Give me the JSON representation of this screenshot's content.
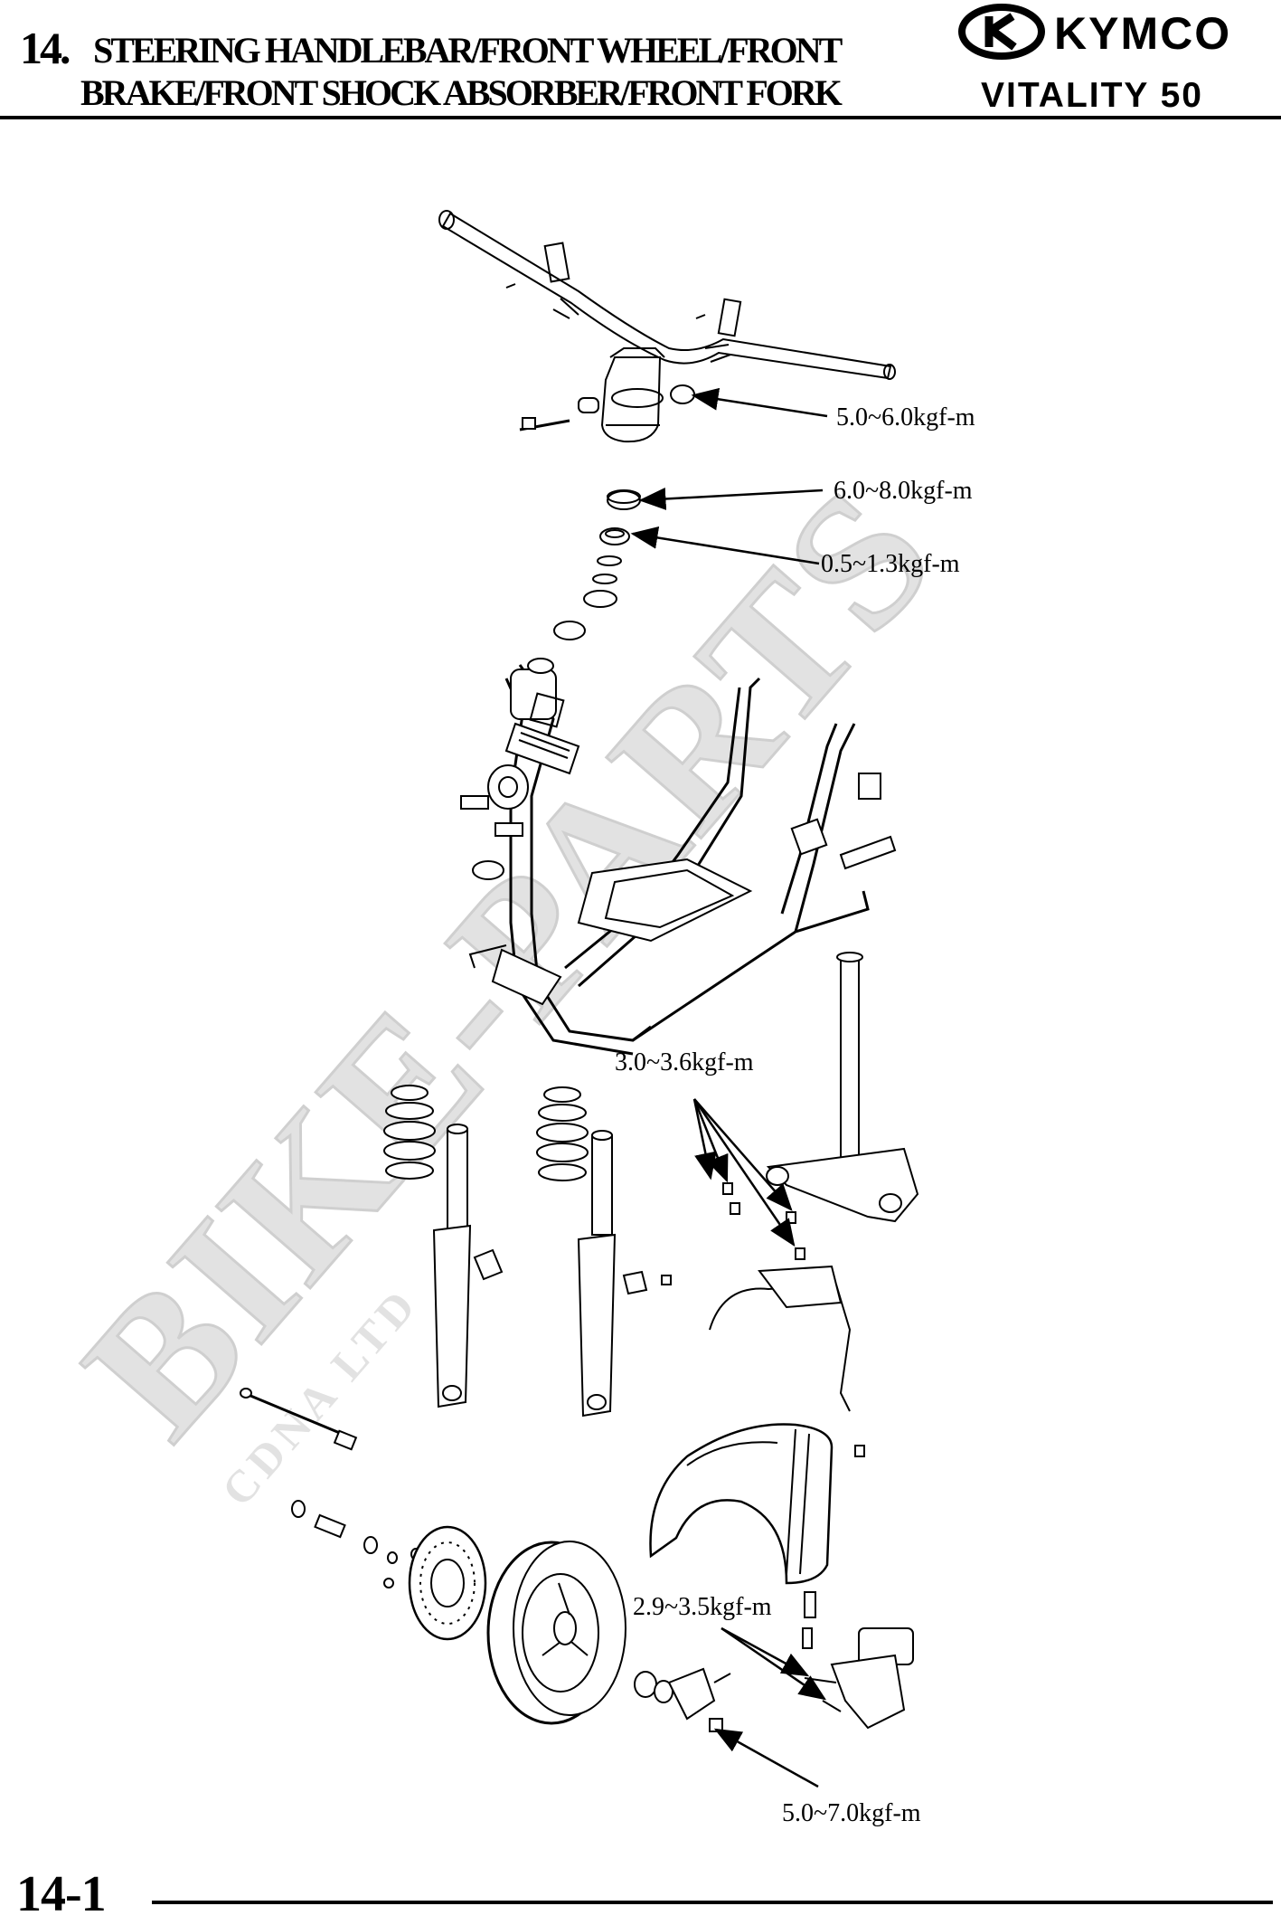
{
  "header": {
    "chapter_number": "14.",
    "title_line1": "STEERING HANDLEBAR/FRONT WHEEL/FRONT",
    "title_line2": "BRAKE/FRONT SHOCK ABSORBER/FRONT FORK",
    "brand": "KYMCO",
    "model": "VITALITY 50"
  },
  "torque_labels": [
    "5.0~6.0kgf-m",
    "6.0~8.0kgf-m",
    "0.5~1.3kgf-m",
    "3.0~3.6kgf-m",
    "2.9~3.5kgf-m",
    "5.0~7.0kgf-m"
  ],
  "watermark": {
    "main": "BIKE-PARTS",
    "sub": "CDNA LTD"
  },
  "footer": {
    "page_number": "14-1"
  }
}
